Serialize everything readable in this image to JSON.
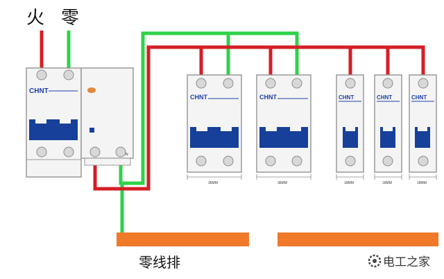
{
  "labels": {
    "live": "火",
    "neutral": "零",
    "neutral_bar": "零线排",
    "watermark": "电工之家"
  },
  "main_breaker": {
    "brand": "CHNT",
    "terminal_n": "N"
  },
  "breakers": [
    {
      "brand": "CHNT",
      "width_label": "36MM"
    },
    {
      "brand": "CHNT",
      "width_label": "36MM"
    },
    {
      "brand": "CHNT",
      "width_label": "18MM"
    },
    {
      "brand": "CHNT",
      "width_label": "18MM"
    },
    {
      "brand": "CHNT",
      "width_label": "18MM"
    }
  ],
  "colors": {
    "live_wire": "#d41f26",
    "neutral_wire": "#2fd24a",
    "busbar": "#f07a2a",
    "toggle": "#16409a",
    "body": "#f4f4f4",
    "outline": "#9a9a9a",
    "indicator": "#e08a3a"
  },
  "icons": {
    "watermark": "gear-icon"
  }
}
